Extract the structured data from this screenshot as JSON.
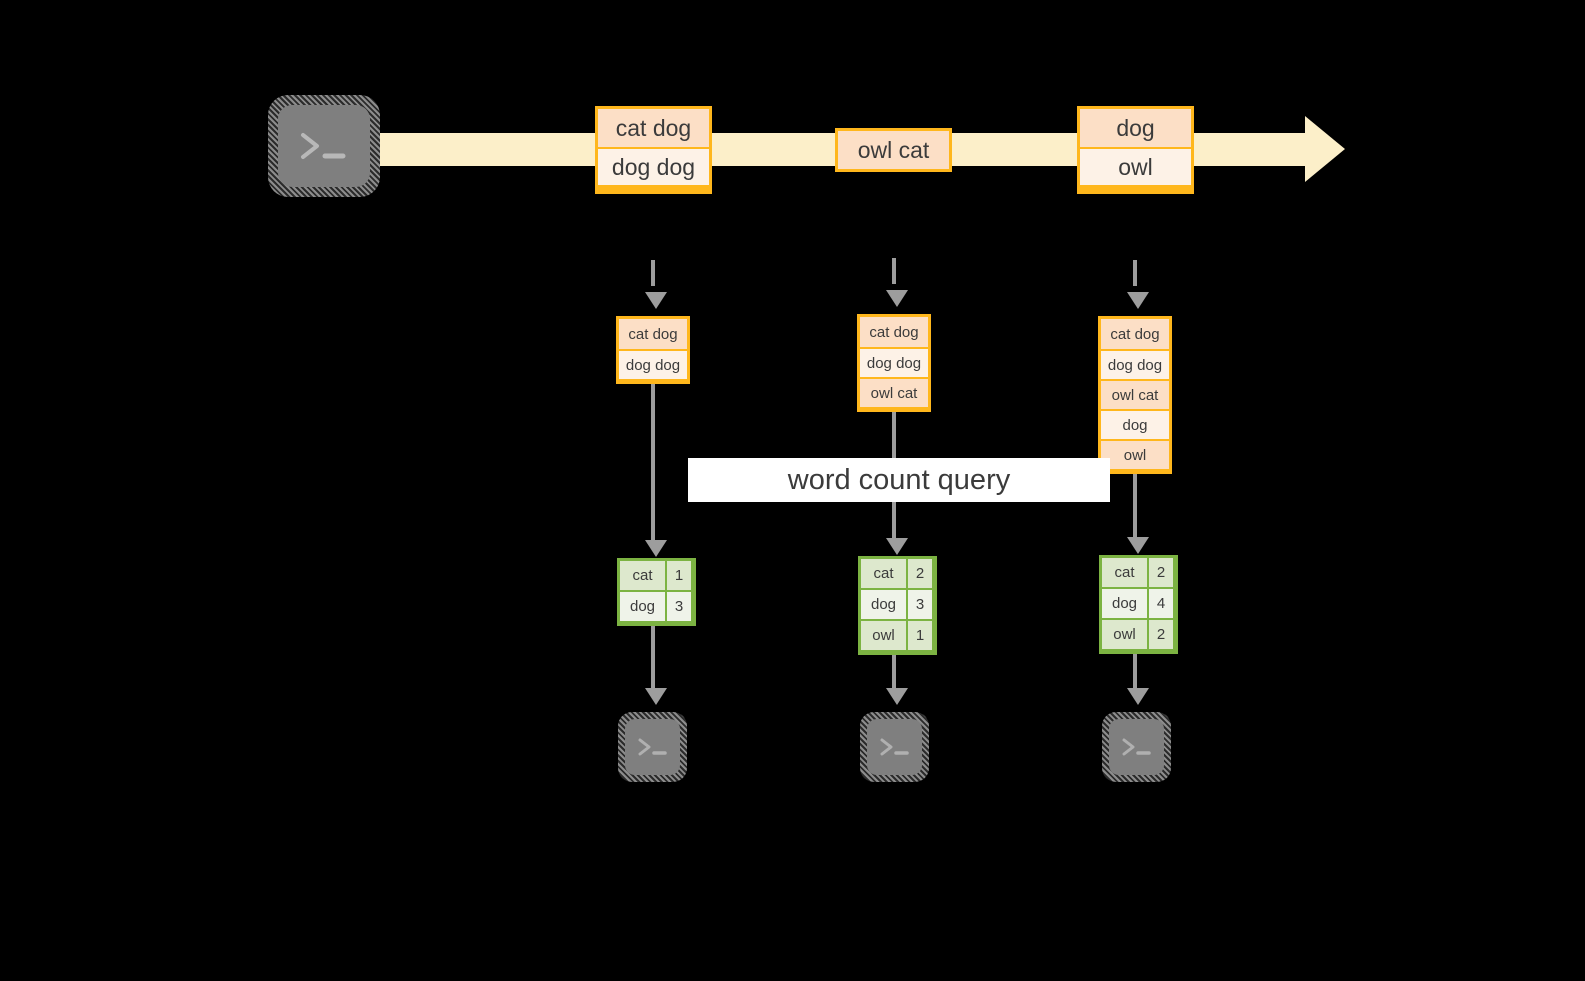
{
  "diagram": {
    "title_label": "word count query",
    "colors": {
      "stream_band": "#fcefc9",
      "record_border": "#ffb71c",
      "record_fill_peach": "#fcdfc6",
      "record_fill_cream": "#fdf2e7",
      "result_border": "#7cb342",
      "result_fill_a": "#dde8cd",
      "result_fill_b": "#eff3e9",
      "arrow": "#9d9d9d",
      "terminal_fill": "#7f7f7f",
      "background": "#000000"
    },
    "source_terminal": {
      "icon": "terminal-prompt-icon"
    },
    "stream_records": [
      {
        "id": "record-1",
        "lines": [
          "cat dog",
          "dog dog"
        ]
      },
      {
        "id": "record-2",
        "lines": [
          "owl cat"
        ]
      },
      {
        "id": "record-3",
        "lines": [
          "dog",
          "owl"
        ]
      }
    ],
    "snapshots": [
      {
        "id": "snapshot-1",
        "lines": [
          "cat dog",
          "dog dog"
        ],
        "results": {
          "rows": [
            {
              "word": "cat",
              "count": "1"
            },
            {
              "word": "dog",
              "count": "3"
            }
          ]
        },
        "sink_terminal": {
          "icon": "terminal-prompt-icon"
        }
      },
      {
        "id": "snapshot-2",
        "lines": [
          "cat dog",
          "dog dog",
          "owl cat"
        ],
        "results": {
          "rows": [
            {
              "word": "cat",
              "count": "2"
            },
            {
              "word": "dog",
              "count": "3"
            },
            {
              "word": "owl",
              "count": "1"
            }
          ]
        },
        "sink_terminal": {
          "icon": "terminal-prompt-icon"
        }
      },
      {
        "id": "snapshot-3",
        "lines": [
          "cat dog",
          "dog dog",
          "owl cat",
          "dog",
          "owl"
        ],
        "results": {
          "rows": [
            {
              "word": "cat",
              "count": "2"
            },
            {
              "word": "dog",
              "count": "4"
            },
            {
              "word": "owl",
              "count": "2"
            }
          ]
        },
        "sink_terminal": {
          "icon": "terminal-prompt-icon"
        }
      }
    ]
  }
}
